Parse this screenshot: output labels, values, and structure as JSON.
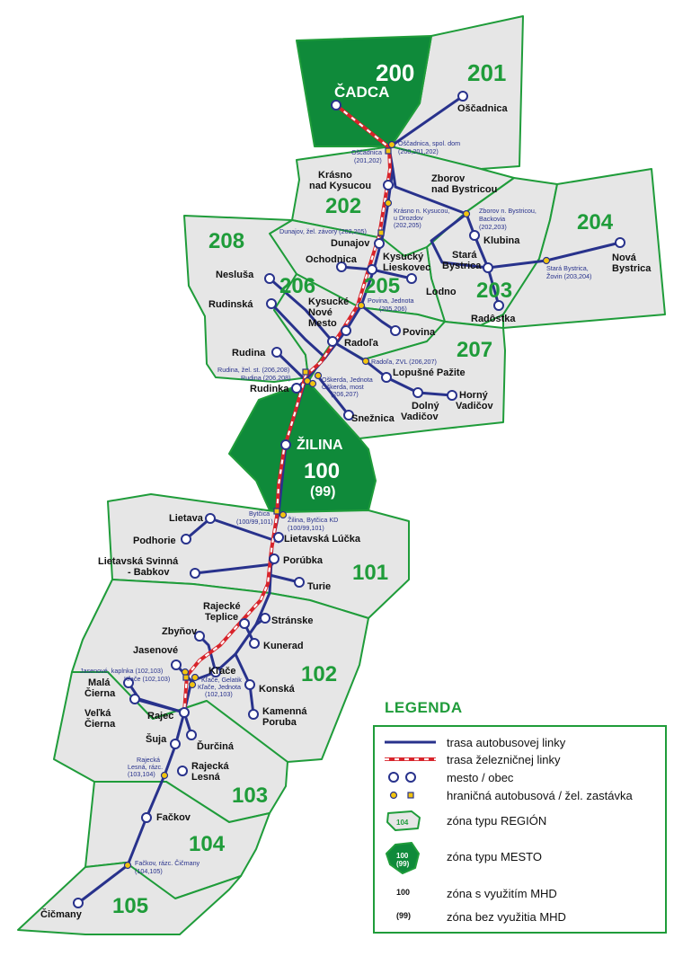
{
  "zones": {
    "z200": {
      "number": "200",
      "city": "ČADCA"
    },
    "z201": {
      "number": "201"
    },
    "z202": {
      "number": "202"
    },
    "z203": {
      "number": "203"
    },
    "z204": {
      "number": "204"
    },
    "z205": {
      "number": "205"
    },
    "z206": {
      "number": "206"
    },
    "z207": {
      "number": "207"
    },
    "z208": {
      "number": "208"
    },
    "z100": {
      "number": "100",
      "sub": "(99)",
      "city": "ŽILINA"
    },
    "z101": {
      "number": "101"
    },
    "z102": {
      "number": "102"
    },
    "z103": {
      "number": "103"
    },
    "z104": {
      "number": "104"
    },
    "z105": {
      "number": "105"
    }
  },
  "towns": {
    "oscadnica": "Oščadnica",
    "krasno1": "Krásno",
    "krasno2": "nad Kysucou",
    "zborov1": "Zborov",
    "zborov2": "nad Bystricou",
    "klubina": "Klubina",
    "dunajov": "Dunajov",
    "ochodnica": "Ochodnica",
    "kysLiesk1": "Kysucký",
    "kysLiesk2": "Lieskovec",
    "lodno": "Lodno",
    "staraByst1": "Stará",
    "staraByst2": "Bystrica",
    "novaByst1": "Nová",
    "novaByst2": "Bystrica",
    "radostka": "Radôstka",
    "neslusa": "Nesluša",
    "rudinska": "Rudinská",
    "kysNM1": "Kysucké",
    "kysNM2": "Nové",
    "kysNM3": "Mesto",
    "povina": "Povina",
    "radola": "Radoľa",
    "rudina": "Rudina",
    "lopusne": "Lopušné Pažite",
    "rudinka": "Rudinka",
    "dolnyV1": "Dolný",
    "dolnyV2": "Vadičov",
    "hornyV1": "Horný",
    "hornyV2": "Vadičov",
    "sneznica": "Snežnica",
    "lietava": "Lietava",
    "podhorie": "Podhorie",
    "lietLucka": "Lietavská Lúčka",
    "svinna1": "Lietavská Svinná",
    "svinna2": "- Babkov",
    "porubka": "Porúbka",
    "turie": "Turie",
    "rajTepl1": "Rajecké",
    "rajTepl2": "Teplice",
    "stranske": "Stránske",
    "zbynov": "Zbyňov",
    "kunerad": "Kunerad",
    "jasenove": "Jasenové",
    "klace": "Kľače",
    "malaC1": "Malá",
    "malaC2": "Čierna",
    "konska": "Konská",
    "velkaC1": "Veľká",
    "velkaC2": "Čierna",
    "rajec": "Rajec",
    "kamPor1": "Kamenná",
    "kamPor2": "Poruba",
    "suja": "Šuja",
    "durcina": "Ďurčiná",
    "rajLes1": "Rajecká",
    "rajLes2": "Lesná",
    "fackov": "Fačkov",
    "cicmany": "Čičmany"
  },
  "stops": {
    "oscDom1": "Oščadnica, spol. dom",
    "oscDom2": "(200,201,202)",
    "osc1": "Oščadnica",
    "osc2": "(201,202)",
    "krasnoDr1": "Krásno n. Kysucou,",
    "krasnoDr2": "u Drozdov",
    "krasnoDr3": "(202,205)",
    "zborovBack1": "Zborov n. Bystricou,",
    "zborovBack2": "Backovia",
    "zborovBack3": "(202,203)",
    "dunZavory": "Dunajov, žel. závory (202,205)",
    "staraZovin1": "Stará Bystrica,",
    "staraZovin2": "Žovin (203,204)",
    "povinaJed1": "Povina, Jednota",
    "povinaJed2": "(205,206)",
    "radolaZvl": "Radoľa, ZVL (206,207)",
    "rudinaSt": "Rudina, žel. st. (206,208)",
    "rudinaShort": "Rudina (206,208)",
    "oskJed": "Oškerda, Jednota",
    "oskMost": "Oškerda, most",
    "oskNum": "(206,207)",
    "bytcica1": "Bytčica",
    "bytcica2": "(100/99,101)",
    "zilBytcica1": "Žilina, Bytčica KD",
    "zilBytcica2": "(100/99,101)",
    "jasKaplnka": "Jasenové, kaplnka (102,103)",
    "klaceNum": "Kľače (102,103)",
    "klaceGel": "Kľače, Gelatik",
    "klaceJed1": "Kľače, Jednota",
    "klaceJed2": "(102,103)",
    "rajLesRazc1": "Rajecká",
    "rajLesRazc2": "Lesná, rázc.",
    "rajLesRazc3": "(103,104)",
    "fackovRazc1": "Fačkov, rázc. Čičmany",
    "fackovRazc2": "(104,105)"
  },
  "legend": {
    "title": "LEGENDA",
    "bus": "trasa autobusovej linky",
    "rail": "trasa železničnej linky",
    "town": "mesto / obec",
    "border": "hraničná autobusová / žel. zastávka",
    "region": "zóna typu REGIÓN",
    "regionSample": "104",
    "city": "zóna typu MESTO",
    "citySample1": "100",
    "citySample2": "(99)",
    "mhdSample": "100",
    "mhd": "zóna s využitím MHD",
    "noMhdSample": "(99)",
    "noMhd": "zóna bez využitia MHD"
  },
  "colors": {
    "zoneFill": "#e6e6e6",
    "zoneBorder": "#1f9c3a",
    "cityZone": "#0f8a3a",
    "busLine": "#28328c",
    "railLine": "#d8232a",
    "borderStop": "#f2c40f"
  }
}
